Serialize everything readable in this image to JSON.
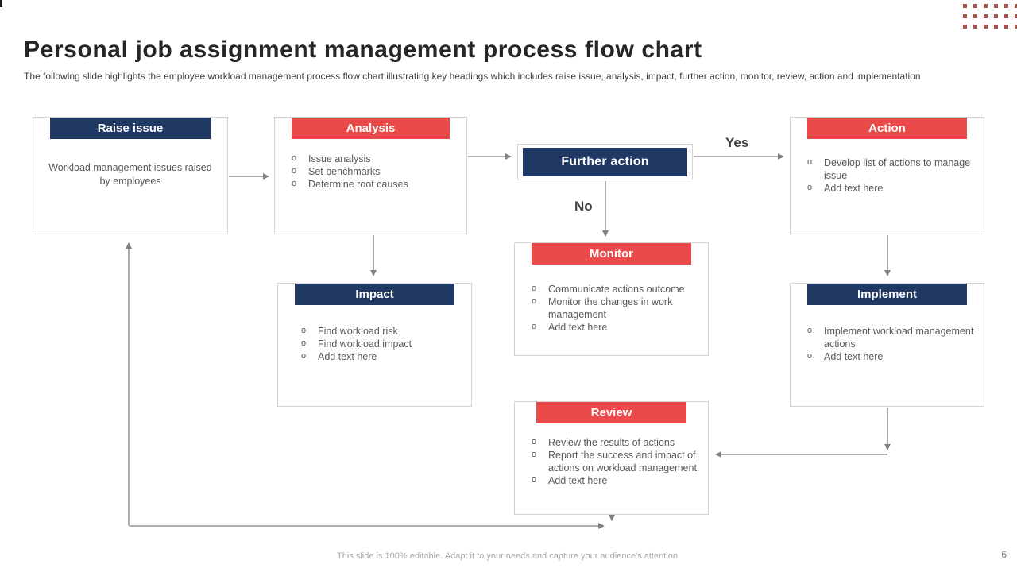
{
  "slide": {
    "title": "Personal job assignment management process flow chart",
    "subtitle": "The following slide highlights the employee workload management process flow chart illustrating key headings which includes raise issue, analysis, impact, further action, monitor, review, action and implementation",
    "footer_note": "This slide is 100% editable. Adapt it to your needs and capture your audience's attention.",
    "page_number": "6"
  },
  "colors": {
    "navy": "#1f3864",
    "red": "#ea4a4a",
    "arrow_gray": "#808080",
    "body_text": "#595959",
    "dots_red": "#a7534e"
  },
  "flowchart": {
    "raise_issue": {
      "title": "Raise issue",
      "body": "Workload management issues raised by employees"
    },
    "analysis": {
      "title": "Analysis",
      "bullets": [
        "Issue analysis",
        "Set benchmarks",
        "Determine root causes"
      ]
    },
    "further_action": {
      "title": "Further action"
    },
    "decision_labels": {
      "yes": "Yes",
      "no": "No"
    },
    "action": {
      "title": "Action",
      "bullets": [
        "Develop list of actions to manage issue",
        "Add text here"
      ]
    },
    "impact": {
      "title": "Impact",
      "bullets": [
        "Find workload risk",
        "Find workload impact",
        "Add text here"
      ]
    },
    "monitor": {
      "title": "Monitor",
      "bullets": [
        "Communicate actions outcome",
        "Monitor the changes in work management",
        "Add text here"
      ]
    },
    "implement": {
      "title": "Implement",
      "bullets": [
        "Implement workload management actions",
        "Add text here"
      ]
    },
    "review": {
      "title": "Review",
      "bullets": [
        "Review the results of actions",
        "Report the success and impact of actions on workload management",
        "Add text here"
      ]
    }
  }
}
